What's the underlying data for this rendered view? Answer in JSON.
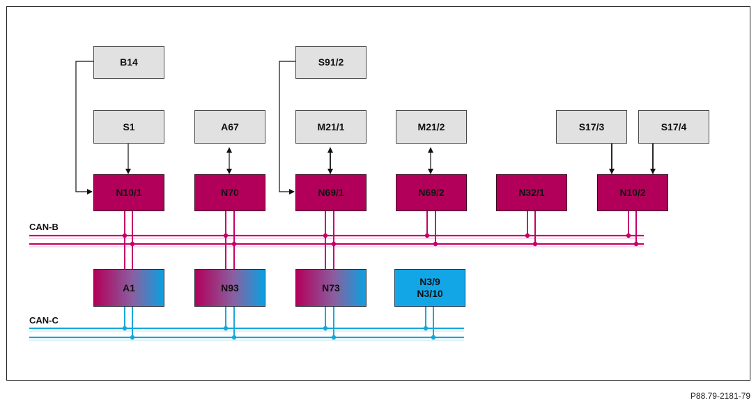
{
  "colors": {
    "ecu": "#b2005a",
    "sensor": "#e1e1e1",
    "can_b": "#c4006a",
    "can_c": "#18a8d8",
    "gateway_mix": [
      "#b2005a",
      "#0aa0e0"
    ]
  },
  "top_row": {
    "b14": "B14",
    "s91_2": "S91/2"
  },
  "sensor_row": {
    "s1": "S1",
    "a67": "A67",
    "m21_1": "M21/1",
    "m21_2": "M21/2",
    "s17_3": "S17/3",
    "s17_4": "S17/4"
  },
  "ecu_row": {
    "n10_1": "N10/1",
    "n70": "N70",
    "n69_1": "N69/1",
    "n69_2": "N69/2",
    "n32_1": "N32/1",
    "n10_2": "N10/2"
  },
  "bus_labels": {
    "can_b": "CAN-B",
    "can_c": "CAN-C"
  },
  "can_c_row": {
    "a1": "A1",
    "n93": "N93",
    "n73": "N73",
    "n3_9": "N3/9",
    "n3_10": "N3/10"
  },
  "figure_ref": "P88.79-2181-79"
}
